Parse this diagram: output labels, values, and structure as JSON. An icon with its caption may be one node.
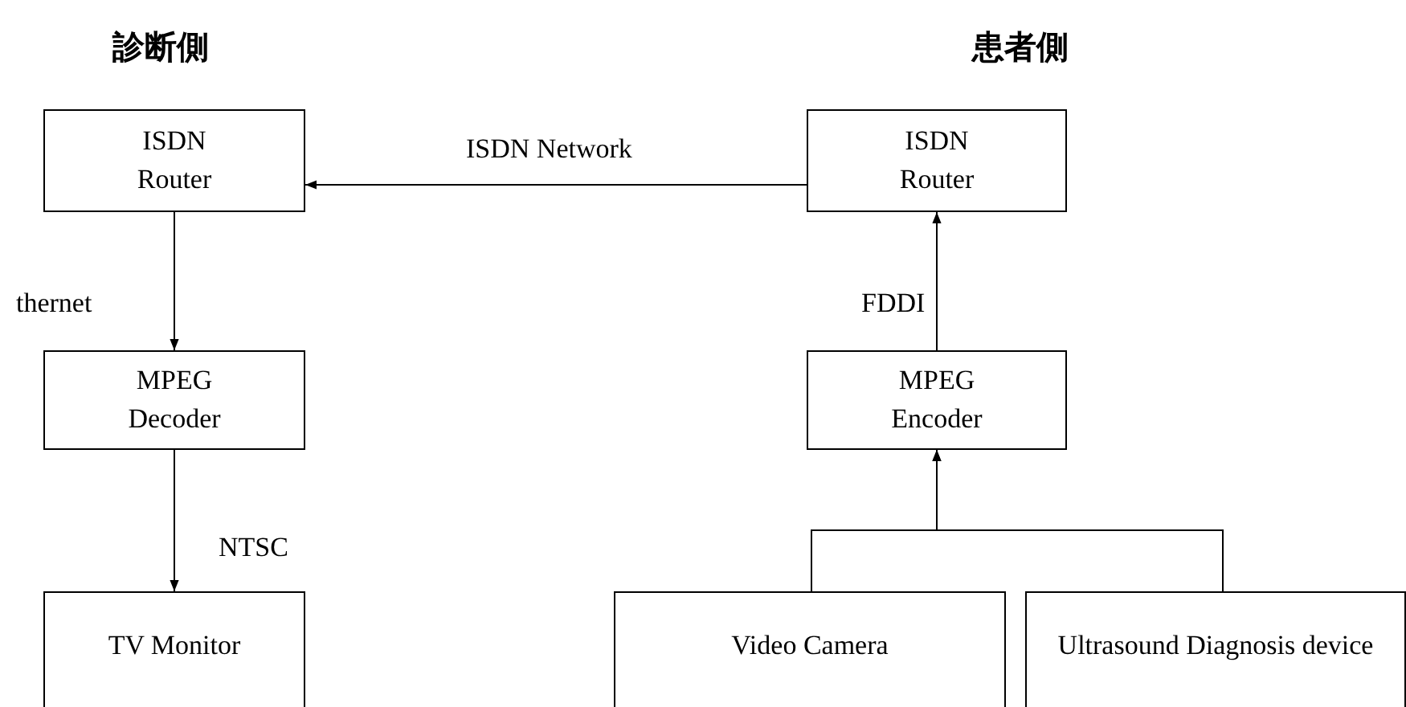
{
  "diagram": {
    "nodes": [
      {
        "text": [
          "ISDN Router"
        ]
      },
      {
        "text": [
          "ISDN Router"
        ]
      },
      {
        "text": [
          "MPEG Decoder"
        ]
      },
      {
        "text": [
          "MPEG Encoder"
        ]
      },
      {
        "text": [
          "TV Monitor"
        ]
      },
      {
        "text": [
          "Video Camera"
        ]
      },
      {
        "text": [
          "Ultrasound Diagnosis device"
        ]
      }
    ],
    "edges": [
      {
        "from": 1,
        "to": 0,
        "arrow": "to",
        "label": "ISDN Network"
      },
      {
        "from": 0,
        "to": 2,
        "arrow": "to",
        "label": "thernet"
      },
      {
        "from": 2,
        "to": 4,
        "arrow": "to",
        "label": "NTSC"
      },
      {
        "from": 3,
        "to": 1,
        "arrow": "to",
        "label": "FDDI"
      },
      {
        "from": 5,
        "to": 3,
        "arrow": "to"
      },
      {
        "from": 6,
        "to": 3,
        "arrow": "to"
      }
    ],
    "labels": [
      "診断側",
      "患者側"
    ]
  }
}
